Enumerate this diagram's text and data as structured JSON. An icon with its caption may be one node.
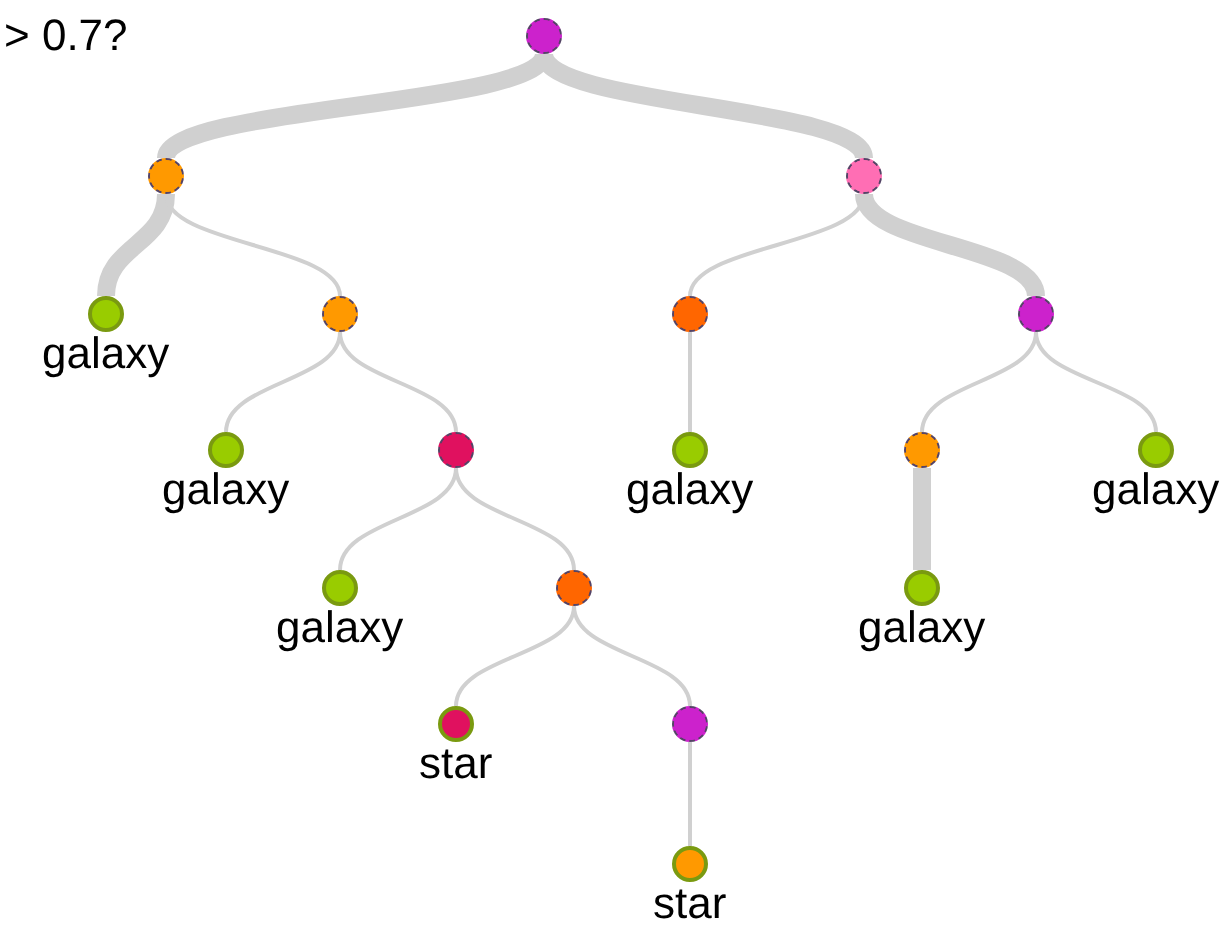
{
  "diagram": {
    "nodes": [
      {
        "text": [],
        "shape": "circle"
      },
      {
        "text": [],
        "shape": "circle"
      },
      {
        "text": [],
        "shape": "circle"
      },
      {
        "text": [],
        "shape": "circle",
        "beside": [
          "galaxy"
        ]
      },
      {
        "text": [],
        "shape": "circle"
      },
      {
        "text": [],
        "shape": "circle"
      },
      {
        "text": [],
        "shape": "circle"
      },
      {
        "text": [],
        "shape": "circle",
        "beside": [
          "galaxy"
        ]
      },
      {
        "text": [],
        "shape": "circle"
      },
      {
        "text": [],
        "shape": "circle",
        "beside": [
          "galaxy"
        ]
      },
      {
        "text": [],
        "shape": "circle"
      },
      {
        "text": [],
        "shape": "circle",
        "beside": [
          "galaxy"
        ]
      },
      {
        "text": [],
        "shape": "circle",
        "beside": [
          "galaxy"
        ]
      },
      {
        "text": [],
        "shape": "circle"
      },
      {
        "text": [],
        "shape": "circle",
        "beside": [
          "galaxy"
        ]
      },
      {
        "text": [],
        "shape": "circle",
        "beside": [
          "star"
        ]
      },
      {
        "text": [],
        "shape": "circle"
      },
      {
        "text": [],
        "shape": "circle",
        "beside": [
          "star"
        ]
      }
    ],
    "edges": [
      {
        "from": 0,
        "to": 1,
        "arrow": "none",
        "style": "thick"
      },
      {
        "from": 0,
        "to": 2,
        "arrow": "none",
        "style": "thick"
      },
      {
        "from": 1,
        "to": 3,
        "arrow": "none",
        "style": "thick"
      },
      {
        "from": 1,
        "to": 4,
        "arrow": "none"
      },
      {
        "from": 2,
        "to": 5,
        "arrow": "none"
      },
      {
        "from": 2,
        "to": 6,
        "arrow": "none",
        "style": "thick"
      },
      {
        "from": 4,
        "to": 7,
        "arrow": "none"
      },
      {
        "from": 4,
        "to": 8,
        "arrow": "none"
      },
      {
        "from": 5,
        "to": 9,
        "arrow": "none"
      },
      {
        "from": 6,
        "to": 10,
        "arrow": "none"
      },
      {
        "from": 6,
        "to": 11,
        "arrow": "none"
      },
      {
        "from": 8,
        "to": 12,
        "arrow": "none"
      },
      {
        "from": 8,
        "to": 13,
        "arrow": "none"
      },
      {
        "from": 10,
        "to": 14,
        "arrow": "none",
        "style": "thick"
      },
      {
        "from": 13,
        "to": 15,
        "arrow": "none"
      },
      {
        "from": 13,
        "to": 16,
        "arrow": "none"
      },
      {
        "from": 16,
        "to": 17,
        "arrow": "none"
      }
    ],
    "labels": [
      "> 0.7?"
    ]
  }
}
